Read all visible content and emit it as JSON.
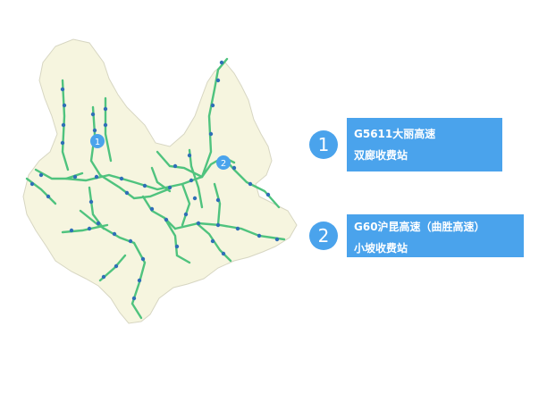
{
  "markers": [
    {
      "number": "1",
      "route": "G5611大丽高速",
      "station": "双廊收费站"
    },
    {
      "number": "2",
      "route": "G60沪昆高速（曲胜高速）",
      "station": "小坡收费站"
    }
  ],
  "colors": {
    "region_fill": "#f5f5dc",
    "region_border": "#d8d8c4",
    "highway": "#4fc37e",
    "station_dot": "#2f6fb7",
    "marker": "#4aa3ec"
  }
}
